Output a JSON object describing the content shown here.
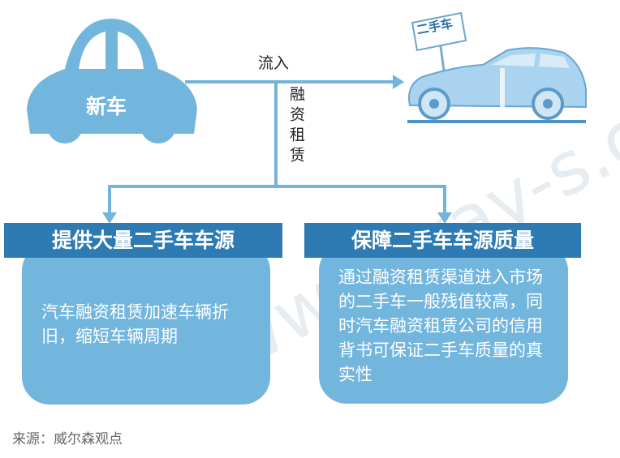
{
  "new_car": {
    "label": "新车"
  },
  "used_car": {
    "sign_label": "二手车"
  },
  "flows": {
    "inflow_label": "流入",
    "leasing_label": "融资租赁"
  },
  "left_box": {
    "title": "提供大量二手车车源",
    "body": "汽车融资租赁加速车辆折旧，缩短车辆周期"
  },
  "right_box": {
    "title": "保障二手车车源质量",
    "body": "通过融资租赁渠道进入市场的二手车一般残值较高，同时汽车融资租赁公司的信用背书可保证二手车质量的真实性"
  },
  "source": "来源：威尔森观点",
  "watermark": "www.way-s.cn",
  "colors": {
    "light_blue": "#72b6dd",
    "header_blue": "#2e7bb3",
    "line_blue": "#72b4dc"
  }
}
